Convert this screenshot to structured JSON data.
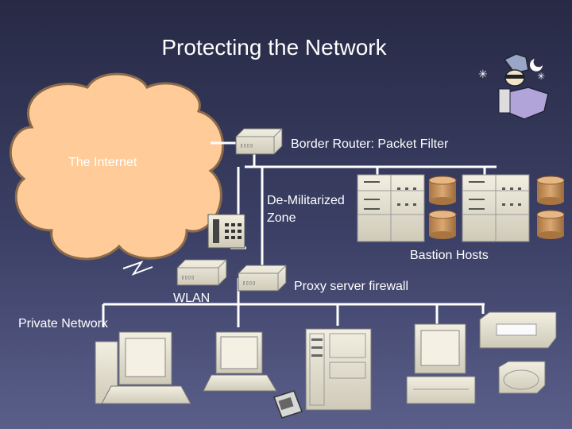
{
  "title": "Protecting the Network",
  "labels": {
    "internet": "The Internet",
    "border_router": "Border Router: Packet Filter",
    "dmz_line1": "De-Militarized",
    "dmz_line2": "Zone",
    "bastion_hosts": "Bastion Hosts",
    "proxy_firewall": "Proxy server firewall",
    "wlan": "WLAN",
    "private_network": "Private Network"
  },
  "colors": {
    "cloud": "#ffcc99",
    "device": "#e8e4d4",
    "db": "#cc9966",
    "link": "#ffffff"
  },
  "icons": [
    "cloud",
    "telephone-icon",
    "router-icon",
    "server-rack-icon",
    "database-icon",
    "spy-clipart-icon",
    "desktop-computer-icon",
    "laptop-icon",
    "tower-server-icon",
    "printer-icon",
    "handheld-icon",
    "lightning-icon"
  ]
}
